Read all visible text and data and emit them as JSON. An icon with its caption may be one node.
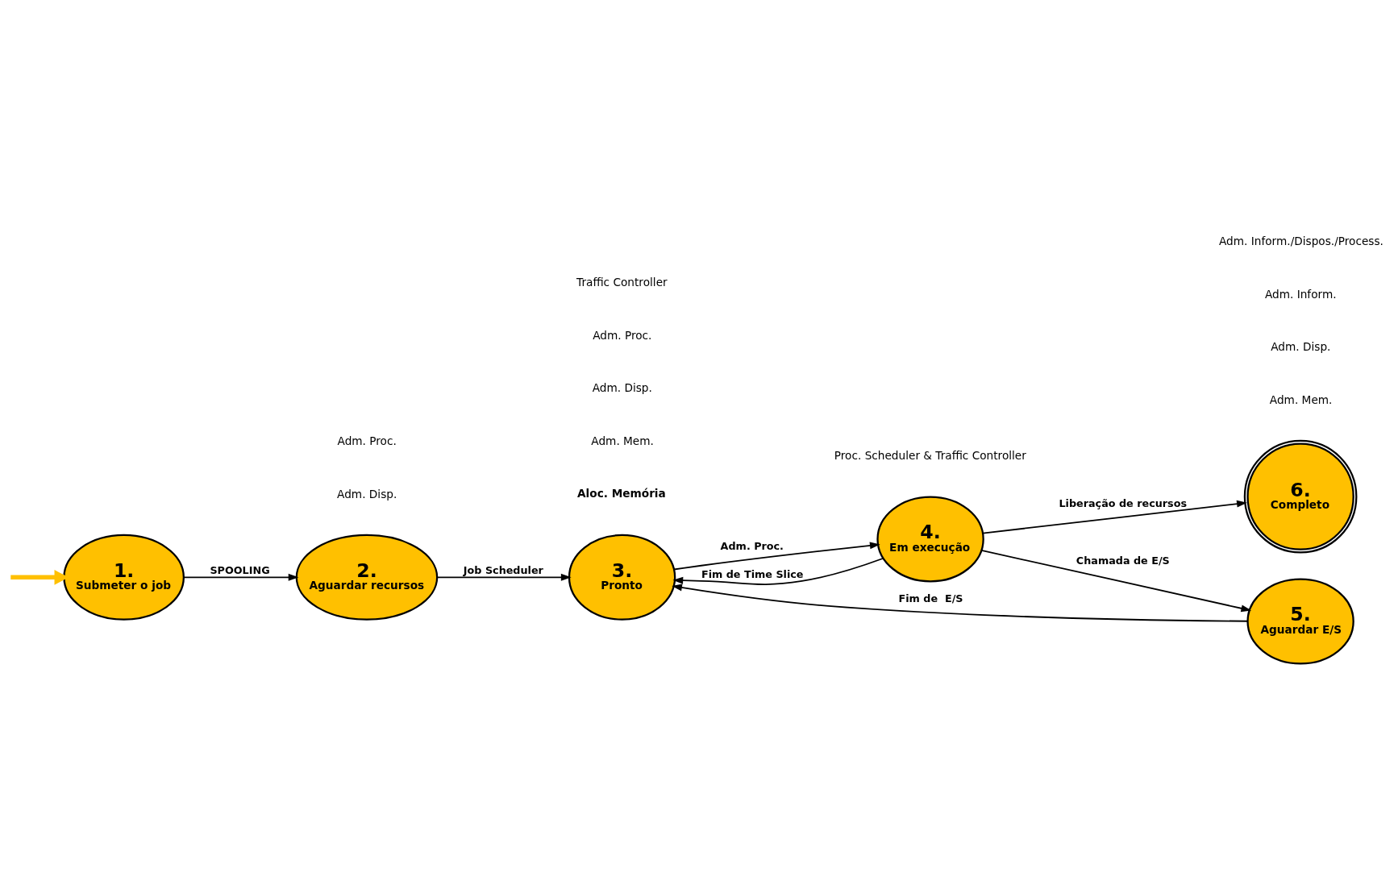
{
  "diagram": {
    "nodes": [
      {
        "text": [
          "1.",
          "Submeter o job"
        ]
      },
      {
        "text": [
          "2.",
          "Aguardar recursos"
        ]
      },
      {
        "text": [
          "3.",
          "Pronto"
        ]
      },
      {
        "text": [
          "4.",
          "Em execução"
        ]
      },
      {
        "text": [
          "5.",
          "Aguardar E/S"
        ]
      },
      {
        "text": [
          "6.",
          "Completo"
        ]
      }
    ],
    "edges": [
      {
        "from": null,
        "to": 0,
        "arrow": "to",
        "style": "thick",
        "color": "#ffc000"
      },
      {
        "from": 0,
        "to": 1,
        "arrow": "to",
        "label": "SPOOLING"
      },
      {
        "from": 1,
        "to": 2,
        "arrow": "to",
        "label": "Job Scheduler"
      },
      {
        "from": 2,
        "to": 3,
        "arrow": "to",
        "label": "Adm. Proc."
      },
      {
        "from": 3,
        "to": 2,
        "arrow": "to",
        "label": "Fim de Time Slice"
      },
      {
        "from": 3,
        "to": 5,
        "arrow": "to",
        "label": "Liberação de recursos"
      },
      {
        "from": 3,
        "to": 4,
        "arrow": "to",
        "label": "Chamada de E/S"
      },
      {
        "from": 4,
        "to": 2,
        "arrow": "to",
        "label": "Fim de  E/S"
      }
    ],
    "labels": [
      "Aloc. Memória",
      "Adm. Mem.",
      "Adm. Disp.",
      "Adm. Proc.",
      "Traffic Controller",
      "Adm. Disp.",
      "Adm. Proc.",
      "Proc. Scheduler & Traffic Controller",
      "Adm. Mem.",
      "Adm. Disp.",
      "Adm. Inform.",
      "Adm. Inform./Dispos./Process."
    ]
  }
}
